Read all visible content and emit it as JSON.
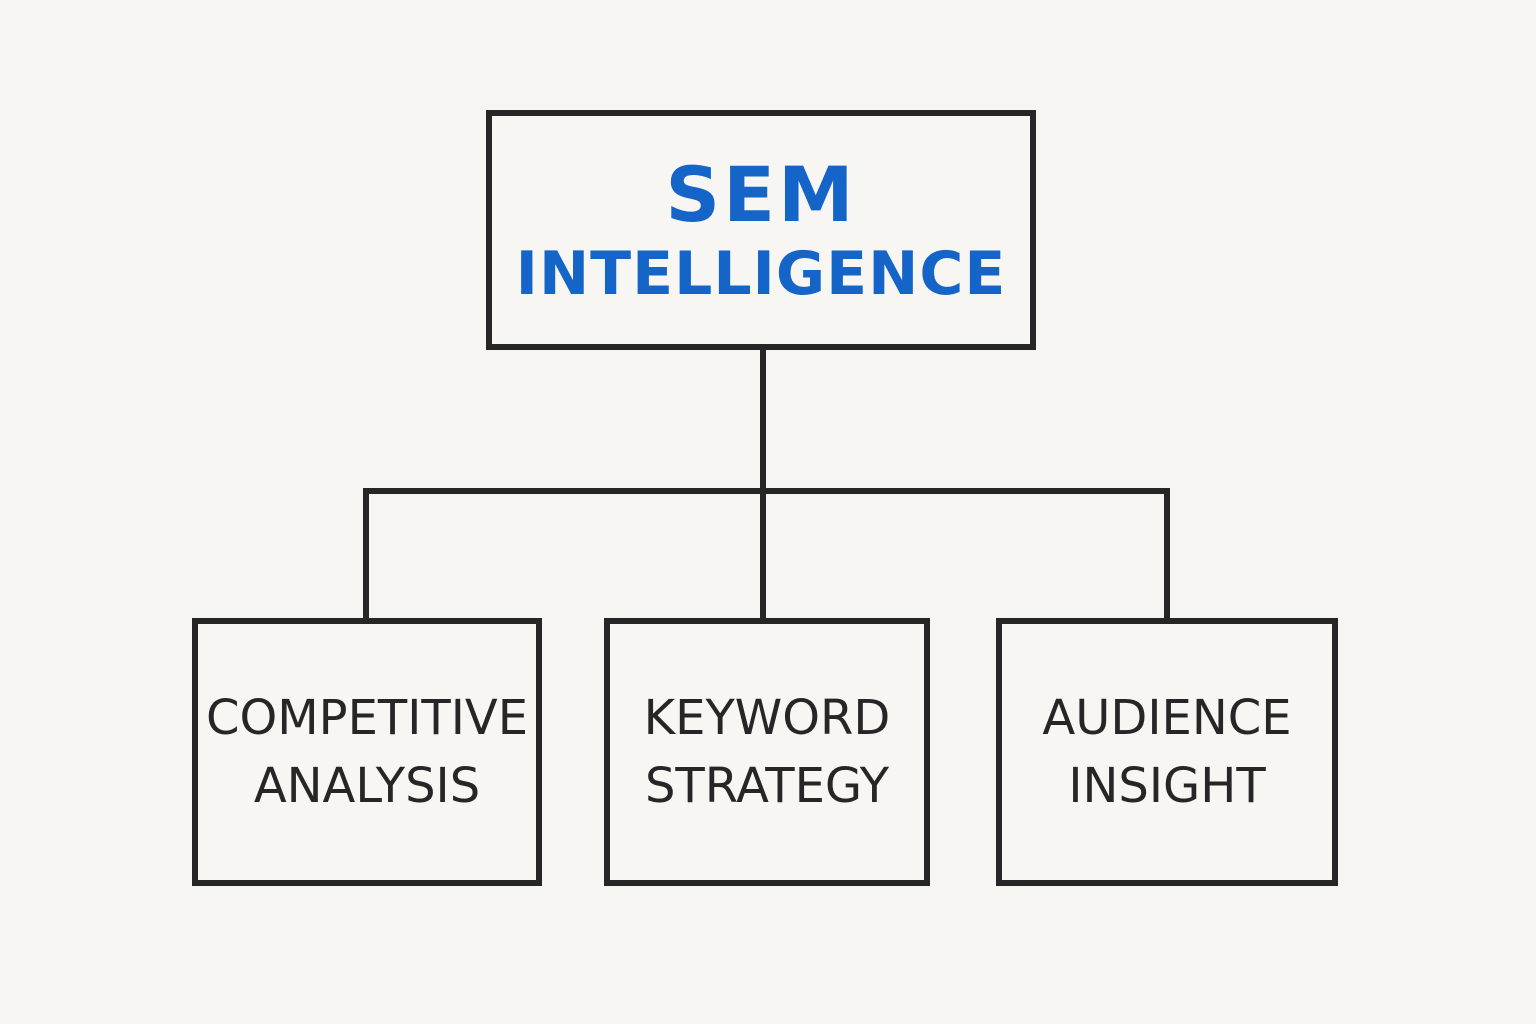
{
  "root": {
    "line1": "SEM",
    "line2": "INTELLIGENCE"
  },
  "children": [
    {
      "line1": "COMPETITIVE",
      "line2": "ANALYSIS"
    },
    {
      "line1": "KEYWORD",
      "line2": "STRATEGY"
    },
    {
      "line1": "AUDIENCE",
      "line2": "INSIGHT"
    }
  ],
  "colors": {
    "title": "#1565c8",
    "stroke": "#262626",
    "background": "#f6f5f1"
  }
}
